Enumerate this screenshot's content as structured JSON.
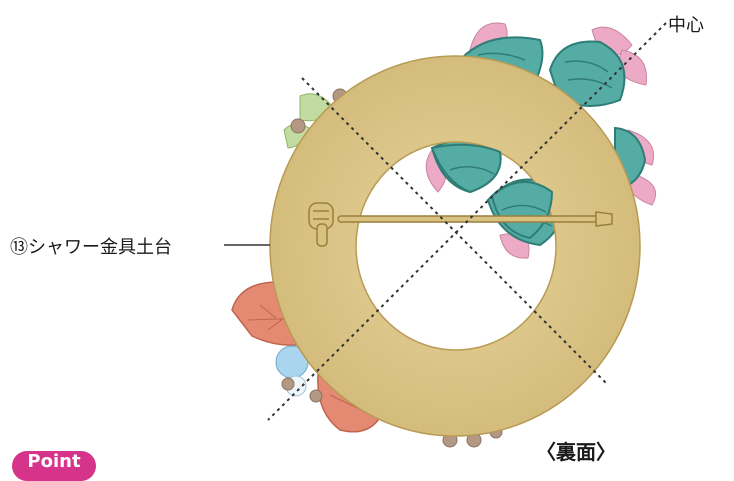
{
  "labels": {
    "center": "中心",
    "part": "⑬シャワー金具土台",
    "view": "〈裏面〉",
    "badge": "Point"
  },
  "colors": {
    "ring_fill": "#d8c184",
    "ring_stroke": "#b89a54",
    "teal_leaf": "#55aca4",
    "pink_petal": "#ecaac6",
    "coral_leaf": "#e48a72",
    "green_leaf": "#c2dba0",
    "blue_bead": "#a9d5ee",
    "bead_brown": "#b39884",
    "badge": "#d6338a"
  },
  "icons": [
    "shower-base-ring",
    "brooch-pin",
    "teal-leaf",
    "pink-petal",
    "coral-leaf",
    "bead"
  ]
}
